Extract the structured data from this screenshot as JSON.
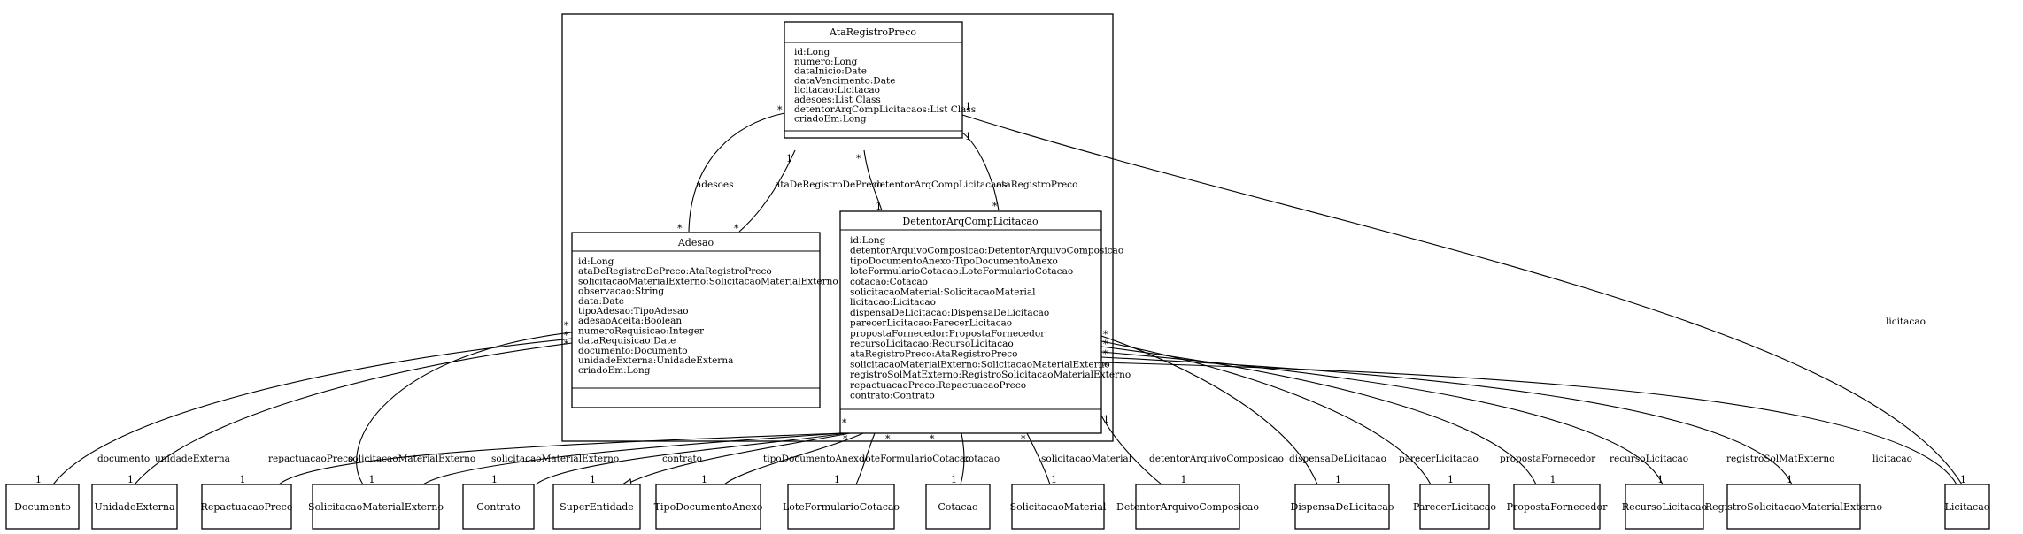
{
  "classes": {
    "ata": {
      "name": "AtaRegistroPreco",
      "attributes": [
        "id:Long",
        "numero:Long",
        "dataInicio:Date",
        "dataVencimento:Date",
        "licitacao:Licitacao",
        "adesoes:List Class",
        "detentorArqCompLicitacaos:List Class",
        "criadoEm:Long"
      ]
    },
    "adesao": {
      "name": "Adesao",
      "attributes": [
        "id:Long",
        "ataDeRegistroDePreco:AtaRegistroPreco",
        "solicitacaoMaterialExterno:SolicitacaoMaterialExterno",
        "observacao:String",
        "data:Date",
        "tipoAdesao:TipoAdesao",
        "adesaoAceita:Boolean",
        "numeroRequisicao:Integer",
        "dataRequisicao:Date",
        "documento:Documento",
        "unidadeExterna:UnidadeExterna",
        "criadoEm:Long"
      ]
    },
    "detentor": {
      "name": "DetentorArqCompLicitacao",
      "attributes": [
        "id:Long",
        "detentorArquivoComposicao:DetentorArquivoComposicao",
        "tipoDocumentoAnexo:TipoDocumentoAnexo",
        "loteFormularioCotacao:LoteFormularioCotacao",
        "cotacao:Cotacao",
        "solicitacaoMaterial:SolicitacaoMaterial",
        "licitacao:Licitacao",
        "dispensaDeLicitacao:DispensaDeLicitacao",
        "parecerLicitacao:ParecerLicitacao",
        "propostaFornecedor:PropostaFornecedor",
        "recursoLicitacao:RecursoLicitacao",
        "ataRegistroPreco:AtaRegistroPreco",
        "solicitacaoMaterialExterno:SolicitacaoMaterialExterno",
        "registroSolMatExterno:RegistroSolicitacaoMaterialExterno",
        "repactuacaoPreco:RepactuacaoPreco",
        "contrato:Contrato"
      ]
    }
  },
  "leaves": [
    "Documento",
    "UnidadeExterna",
    "RepactuacaoPreco",
    "SolicitacaoMaterialExterno",
    "Contrato",
    "SuperEntidade",
    "TipoDocumentoAnexo",
    "LoteFormularioCotacao",
    "Cotacao",
    "SolicitacaoMaterial",
    "DetentorArquivoComposicao",
    "DispensaDeLicitacao",
    "ParecerLicitacao",
    "PropostaFornecedor",
    "RecursoLicitacao",
    "RegistroSolicitacaoMaterialExterno",
    "Licitacao"
  ],
  "labels": {
    "adesoes": "adesoes",
    "ataDeRegistroDePreco": "ataDeRegistroDePreco",
    "detentorArqCompLicitacaos": "detentorArqCompLicitacaos",
    "ataRegistroPreco": "ataRegistroPreco",
    "licitacao_top": "licitacao",
    "documento": "documento",
    "unidadeExterna": "unidadeExterna",
    "repactuacaoPreco": "repactuacaoPreco",
    "solicitacaoMaterialExterno_a": "solicitacaoMaterialExterno",
    "solicitacaoMaterialExterno_d": "solicitacaoMaterialExterno",
    "contrato": "contrato",
    "tipoDocumentoAnexo": "tipoDocumentoAnexo",
    "loteFormularioCotacao": "loteFormularioCotacao",
    "cotacao": "cotacao",
    "solicitacaoMaterial": "solicitacaoMaterial",
    "detentorArquivoComposicao": "detentorArquivoComposicao",
    "dispensaDeLicitacao": "dispensaDeLicitacao",
    "parecerLicitacao": "parecerLicitacao",
    "propostaFornecedor": "propostaFornecedor",
    "recursoLicitacao": "recursoLicitacao",
    "registroSolMatExterno": "registroSolMatExterno",
    "licitacao_bottom": "licitacao"
  },
  "multiplicity": {
    "one": "1",
    "many": "*"
  }
}
